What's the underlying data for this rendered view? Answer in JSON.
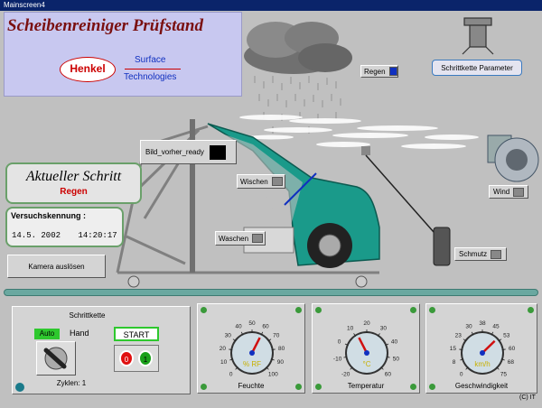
{
  "window": {
    "title": "Mainscreen4"
  },
  "header": {
    "title": "Scheibenreiniger Prüfstand",
    "brand": "Henkel",
    "tag_line1": "Surface",
    "tag_line2": "Technologies"
  },
  "controls": {
    "regen": "Regen",
    "schritt_param": "Schrittkette Parameter",
    "bild_ready": "Bild_vorher_ready",
    "wischen": "Wischen",
    "waschen": "Waschen",
    "wind": "Wind",
    "schmutz": "Schmutz",
    "kamera": "Kamera auslösen"
  },
  "step": {
    "label": "Aktueller Schritt",
    "value": "Regen"
  },
  "versuch": {
    "label": "Versuchskennung :",
    "date": "14.5.  2002",
    "time": "14:20:17"
  },
  "schrittkette": {
    "title": "Schrittkette",
    "auto": "Auto",
    "hand": "Hand",
    "start": "START",
    "btn0": "0",
    "btn1": "1",
    "cycles": "Zyklen: 1"
  },
  "gauges": [
    {
      "name": "Feuchte",
      "unit": "% RF",
      "ticks": [
        "0",
        "10",
        "20",
        "30",
        "40",
        "50",
        "60",
        "70",
        "80",
        "90",
        "100"
      ],
      "value_fraction": 0.6
    },
    {
      "name": "Temperatur",
      "unit": "°C",
      "ticks": [
        "-20",
        "-10",
        "0",
        "10",
        "20",
        "30",
        "40",
        "50",
        "60"
      ],
      "value_fraction": 0.4
    },
    {
      "name": "Geschwindigkeit",
      "unit": "km/h",
      "ticks": [
        "0",
        "8",
        "15",
        "23",
        "30",
        "38",
        "45",
        "53",
        "60",
        "68",
        "75"
      ],
      "value_fraction": 0.67
    }
  ],
  "copyright": "(C) IT",
  "colors": {
    "car": "#1a9a8a",
    "title": "#7a1010",
    "green": "#3a9a3a",
    "red": "#c00000"
  }
}
